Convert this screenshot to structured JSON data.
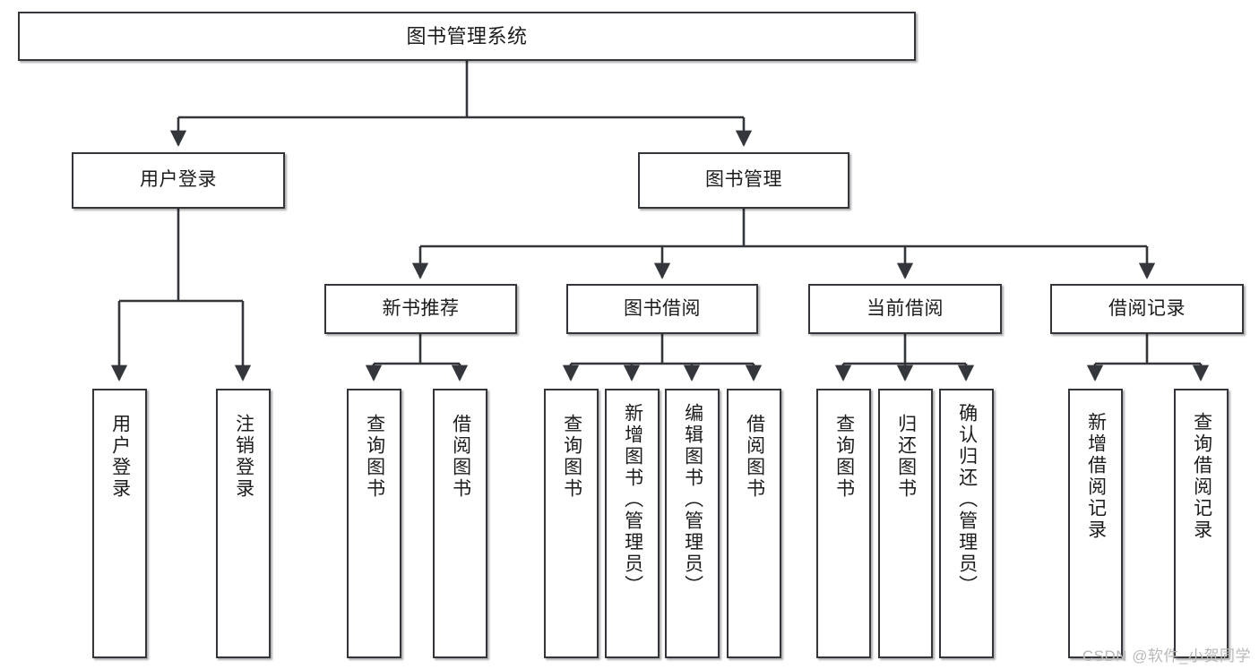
{
  "diagram": {
    "title": "图书管理系统",
    "type": "hierarchy-tree",
    "watermark": "CSDN @软件_小贺同学",
    "colors": {
      "box_border": "#33363b",
      "box_fill": "#ffffff",
      "connector": "#33363b",
      "watermark": "#b8b8b8"
    },
    "nodes": {
      "root": {
        "label": "图书管理系统"
      },
      "tier2": [
        {
          "label": "用户登录"
        },
        {
          "label": "图书管理"
        }
      ],
      "tier3": [
        {
          "label": "新书推荐"
        },
        {
          "label": "图书借阅"
        },
        {
          "label": "当前借阅"
        },
        {
          "label": "借阅记录"
        }
      ],
      "leaves": {
        "user_login": [
          {
            "label": "用户登录"
          },
          {
            "label": "注销登录"
          }
        ],
        "new_book": [
          {
            "label": "查询图书"
          },
          {
            "label": "借阅图书"
          }
        ],
        "borrow_book": [
          {
            "label": "查询图书"
          },
          {
            "label": "新增图书（管理员）"
          },
          {
            "label": "编辑图书（管理员）"
          },
          {
            "label": "借阅图书"
          }
        ],
        "current_borrow": [
          {
            "label": "查询图书"
          },
          {
            "label": "归还图书"
          },
          {
            "label": "确认归还（管理员）"
          }
        ],
        "borrow_record": [
          {
            "label": "新增借阅记录"
          },
          {
            "label": "查询借阅记录"
          }
        ]
      }
    }
  }
}
